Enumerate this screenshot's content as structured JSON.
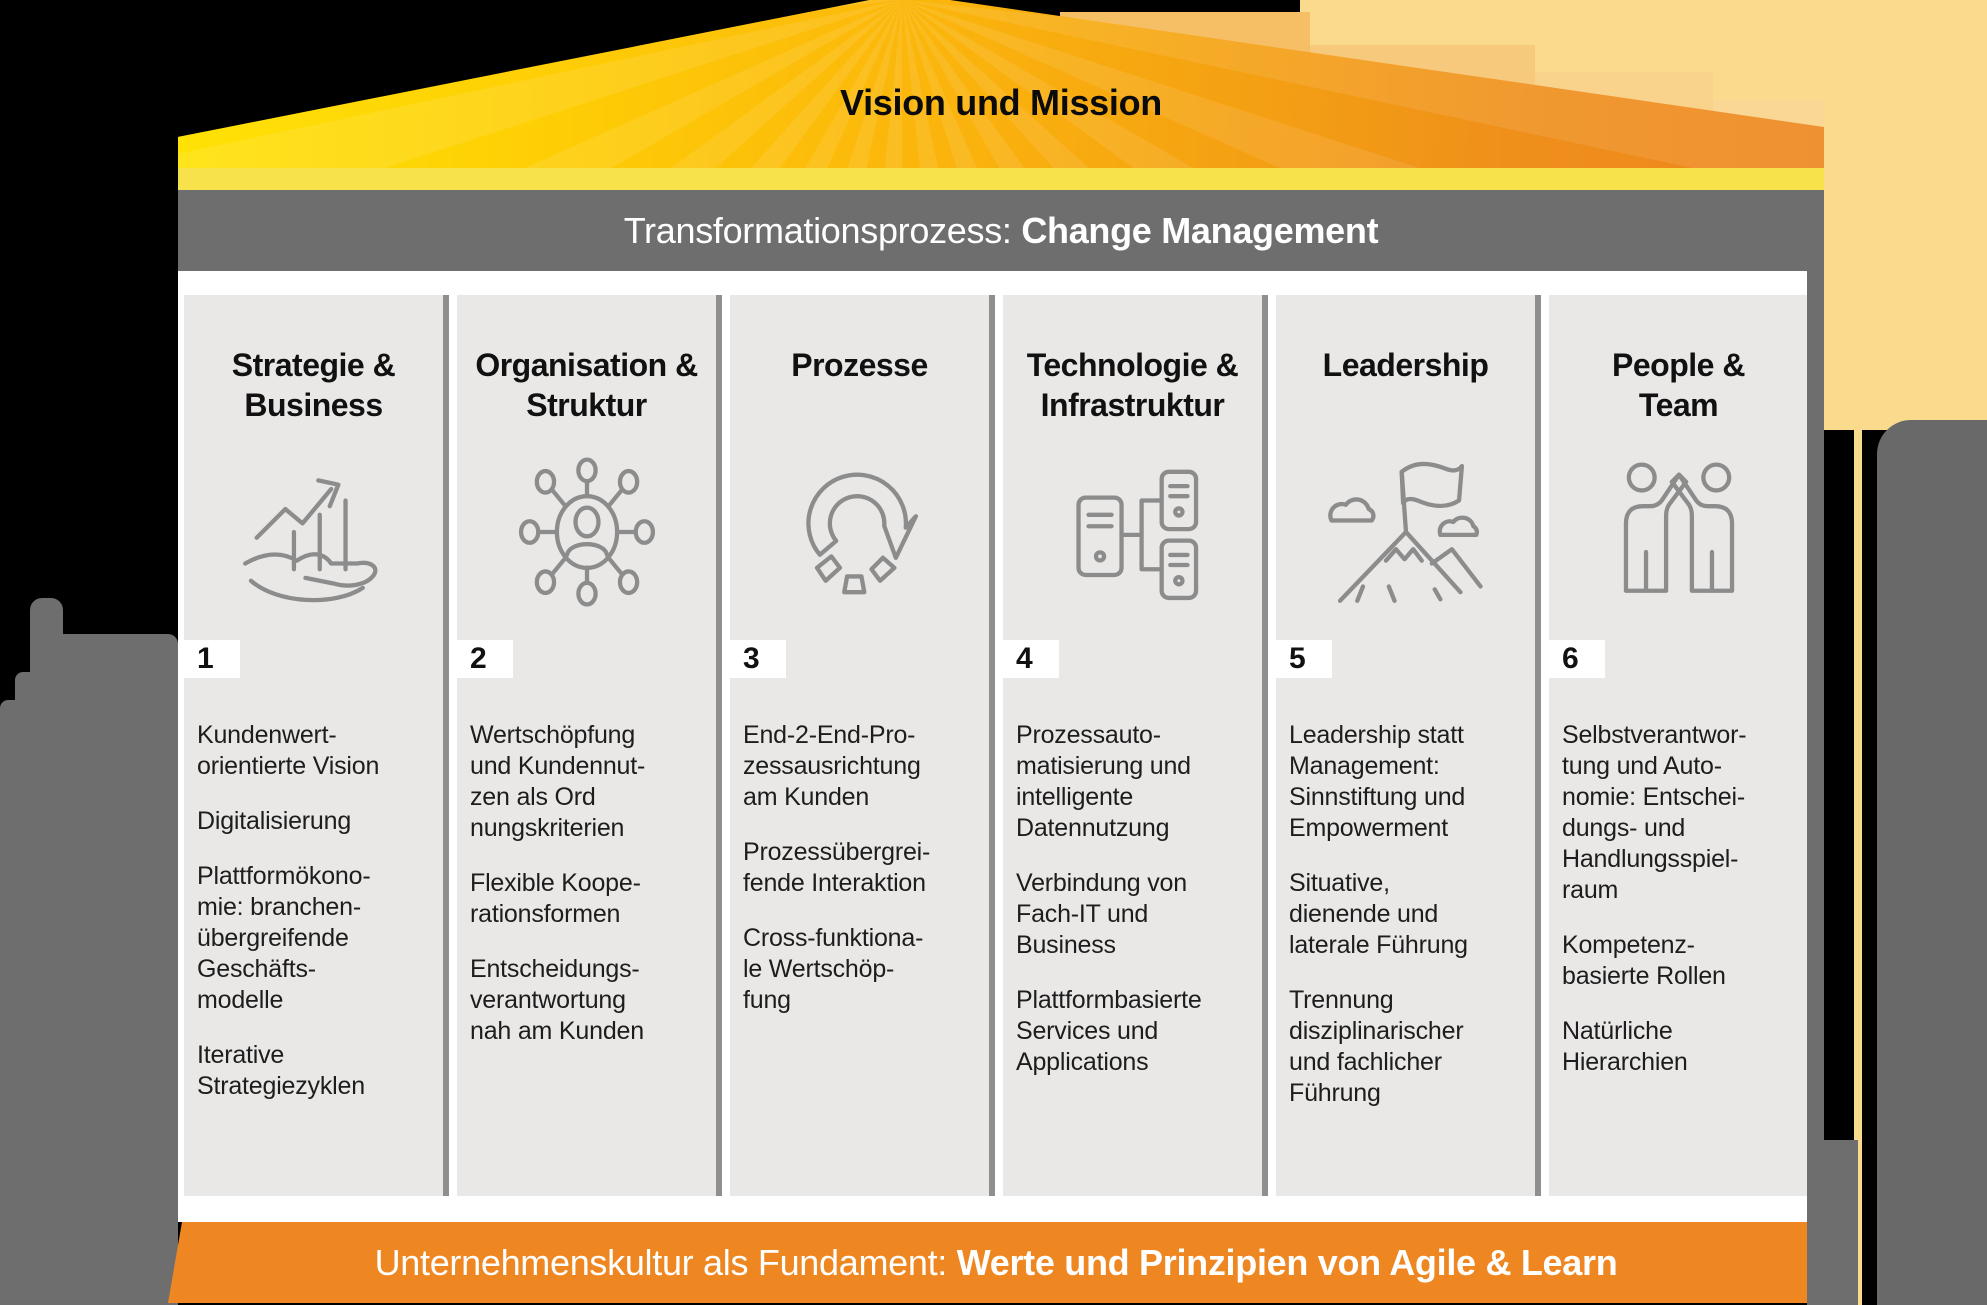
{
  "roof": {
    "title": "Vision und Mission"
  },
  "process_bar": {
    "prefix": "Transformationsprozess: ",
    "bold": "Change Management"
  },
  "foundation_bar": {
    "prefix": "Unternehmenskultur als Fundament: ",
    "bold": "Werte und Prinzipien von Agile & Learn"
  },
  "columns": [
    {
      "number": "1",
      "title": "Strategie &\nBusiness",
      "icon": "growth-hand-icon",
      "bullets": [
        "Kundenwert-\norientierte Vision",
        "Digitalisierung",
        "Plattformökono-\nmie: branchen-\nübergreifende\nGeschäfts-\nmodelle",
        "Iterative\nStrategiezyklen"
      ]
    },
    {
      "number": "2",
      "title": "Organisation &\nStruktur",
      "icon": "network-hub-icon",
      "bullets": [
        "Wertschöpfung\nund Kundennut-\nzen als Ord\nnungskriterien",
        "Flexible Koope-\nrationsformen",
        "Entscheidungs-\nverantwortung\nnah am Kunden"
      ]
    },
    {
      "number": "3",
      "title": "Prozesse",
      "icon": "cycle-arrow-icon",
      "bullets": [
        "End-2-End-Pro-\nzessausrichtung\nam Kunden",
        "Prozessübergrei-\nfende Interaktion",
        "Cross-funktiona-\nle Wertschöp-\nfung"
      ]
    },
    {
      "number": "4",
      "title": "Technologie &\nInfrastruktur",
      "icon": "it-infrastructure-icon",
      "bullets": [
        "Prozessauto-\nmatisierung und\nintelligente\nDatennutzung",
        "Verbindung von\nFach-IT und\nBusiness",
        "Plattformbasierte\nServices und\nApplications"
      ]
    },
    {
      "number": "5",
      "title": "Leadership",
      "icon": "mountain-flag-icon",
      "bullets": [
        "Leadership statt\nManagement:\nSinnstiftung und\nEmpowerment",
        "Situative,\ndienende und\nlaterale Führung",
        "Trennung\ndisziplinarischer\nund fachlicher\nFührung"
      ]
    },
    {
      "number": "6",
      "title": "People &\nTeam",
      "icon": "team-highfive-icon",
      "bullets": [
        "Selbstverantwor-\ntung und Auto-\nnomie: Entschei-\ndungs- und\nHandlungsspiel-\nraum",
        "Kompetenz-\nbasierte Rollen",
        "Natürliche\nHierarchien"
      ]
    }
  ],
  "colors": {
    "roof_gradient_left": "#FFE206",
    "roof_gradient_right": "#ED861E",
    "roof_accent_strip": "#F8E24C",
    "process_bar_bg": "#6E6E6E",
    "pillar_bg": "#E9E8E7",
    "foundation_bar_bg": "#EE8721",
    "background_pale_yellow": "#FADB8E",
    "background_gray": "#6E6E6E",
    "icon_stroke": "#8C8C8C",
    "text_dark": "#1D1D1D",
    "text_light": "#FFFFFF"
  }
}
